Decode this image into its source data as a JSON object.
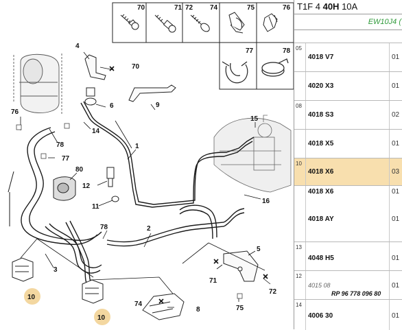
{
  "header": {
    "prefix": "T1F 4",
    "bold": "40H",
    "suffix": "10A"
  },
  "engine": "EW10J4 (",
  "icon_box": {
    "top_labels": [
      "70",
      "71",
      "72",
      "74",
      "75",
      "76"
    ],
    "bottom_labels": [
      "77",
      "78"
    ]
  },
  "callouts": {
    "c1": "1",
    "c2": "2",
    "c3": "3",
    "c4": "4",
    "c5": "5",
    "c6": "6",
    "c8": "8",
    "c9": "9",
    "c11": "11",
    "c12": "12",
    "c14": "14",
    "c15": "15",
    "c16": "16",
    "c70": "70",
    "c71": "71",
    "c72": "72",
    "c74": "74",
    "c75": "75",
    "c76": "76",
    "c77": "77",
    "c78a": "78",
    "c78b": "78",
    "c80": "80",
    "c10a": "10",
    "c10b": "10"
  },
  "rows": [
    {
      "idx": "05",
      "ref": "4018 V7",
      "qty": "01"
    },
    {
      "idx": "",
      "ref": "4020 X3",
      "qty": "01"
    },
    {
      "idx": "08",
      "ref": "4018 S3",
      "qty": "02"
    },
    {
      "idx": "",
      "ref": "4018 X5",
      "qty": "01"
    },
    {
      "idx": "10",
      "ref": "4018 X6",
      "qty": "03"
    },
    {
      "idx": "",
      "ref": "4018 X6",
      "ref2": "4018 AY",
      "qty": "01",
      "qty2": "01"
    },
    {
      "idx": "13",
      "ref": "4048 H5",
      "qty": "01"
    },
    {
      "idx": "12",
      "old": "4015 08",
      "rp": "RP 96 778 096 80",
      "qty": "01"
    },
    {
      "idx": "14",
      "ref": "4006 30",
      "qty": "01"
    }
  ],
  "colors": {
    "highlight_row": "#f8dfae",
    "callout_highlight": "#f3d7a0",
    "engine_text": "#2f9a3a"
  }
}
